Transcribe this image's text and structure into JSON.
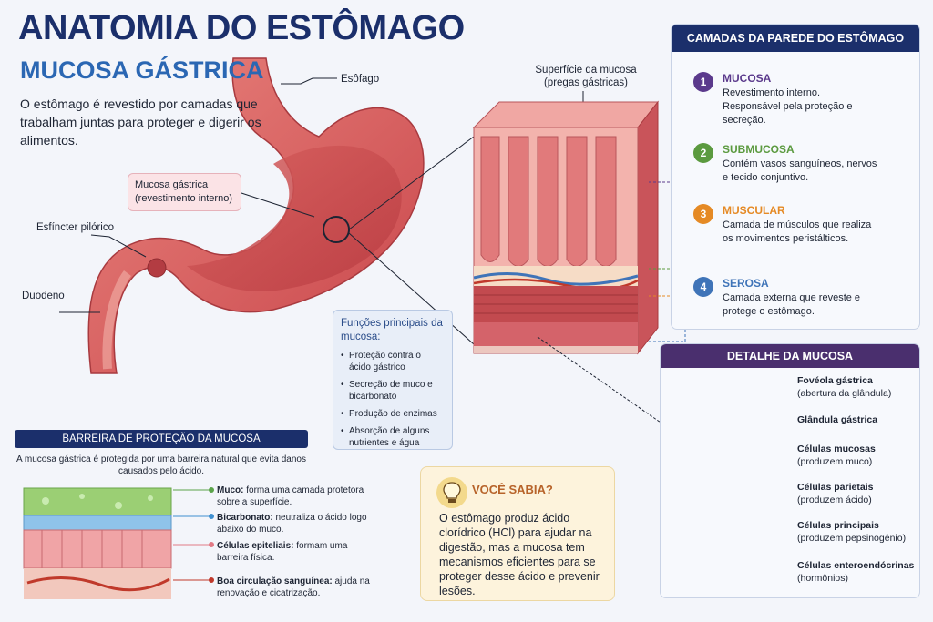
{
  "title": "ANATOMIA DO ESTÔMAGO",
  "subtitle": "MUCOSA GÁSTRICA",
  "intro": "O estômago é revestido por camadas que trabalham juntas para proteger e digerir os alimentos.",
  "stomach_labels": {
    "esofago": "Esôfago",
    "esfincter": "Esfíncter pilórico",
    "duodeno": "Duodeno",
    "mucosa_title": "Mucosa gástrica",
    "mucosa_sub": "(revestimento interno)",
    "surface_title": "Superfície da mucosa",
    "surface_sub": "(pregas gástricas)"
  },
  "functions": {
    "heading": "Funções principais da mucosa:",
    "items": [
      "Proteção contra o ácido gástrico",
      "Secreção de muco e bicarbonato",
      "Produção de enzimas",
      "Absorção de alguns nutrientes e água"
    ]
  },
  "layers": {
    "heading": "CAMADAS DA PAREDE DO ESTÔMAGO",
    "items": [
      {
        "num": "1",
        "name": "MUCOSA",
        "desc": "Revestimento interno. Responsável pela proteção e secreção.",
        "color": "#5b3a8c"
      },
      {
        "num": "2",
        "name": "SUBMUCOSA",
        "desc": "Contém vasos sanguíneos, nervos e tecido conjuntivo.",
        "color": "#5b9a3f"
      },
      {
        "num": "3",
        "name": "MUSCULAR",
        "desc": "Camada de músculos que realiza os movimentos peristálticos.",
        "color": "#e58a25"
      },
      {
        "num": "4",
        "name": "SEROSA",
        "desc": "Camada externa que reveste e protege o estômago.",
        "color": "#3f74b8"
      }
    ]
  },
  "detail": {
    "heading": "DETALHE DA MUCOSA",
    "items": [
      {
        "name": "Fovéola gástrica",
        "desc": "(abertura da glândula)"
      },
      {
        "name": "Glândula gástrica",
        "desc": ""
      },
      {
        "name": "Células mucosas",
        "desc": "(produzem muco)"
      },
      {
        "name": "Células parietais",
        "desc": "(produzem ácido)"
      },
      {
        "name": "Células principais",
        "desc": "(produzem pepsinogênio)"
      },
      {
        "name": "Células enteroendócrinas",
        "desc": "(hormônios)"
      }
    ]
  },
  "barrier": {
    "heading": "BARREIRA DE PROTEÇÃO DA MUCOSA",
    "intro": "A mucosa gástrica é protegida por uma barreira natural que evita danos causados pelo ácido.",
    "items": [
      {
        "name": "Muco:",
        "desc": "forma uma camada protetora sobre a superfície.",
        "color": "#5ba44a"
      },
      {
        "name": "Bicarbonato:",
        "desc": "neutraliza o ácido logo abaixo do muco.",
        "color": "#3f8fd0"
      },
      {
        "name": "Células epiteliais:",
        "desc": "formam uma barreira física.",
        "color": "#e27a85"
      },
      {
        "name": "Boa circulação sanguínea:",
        "desc": "ajuda na renovação e cicatrização.",
        "color": "#c0392b"
      }
    ]
  },
  "did_you_know": {
    "heading": "VOCÊ SABIA?",
    "text": "O estômago produz ácido clorídrico (HCl) para ajudar na digestão, mas a mucosa tem mecanismos eficientes para se proteger desse ácido e prevenir lesões."
  },
  "colors": {
    "navy": "#1b2f6b",
    "blue": "#2b67b3",
    "purple_head": "#4a2f6e",
    "stomach": "#d9575a",
    "stomach_light": "#ea8a84"
  }
}
